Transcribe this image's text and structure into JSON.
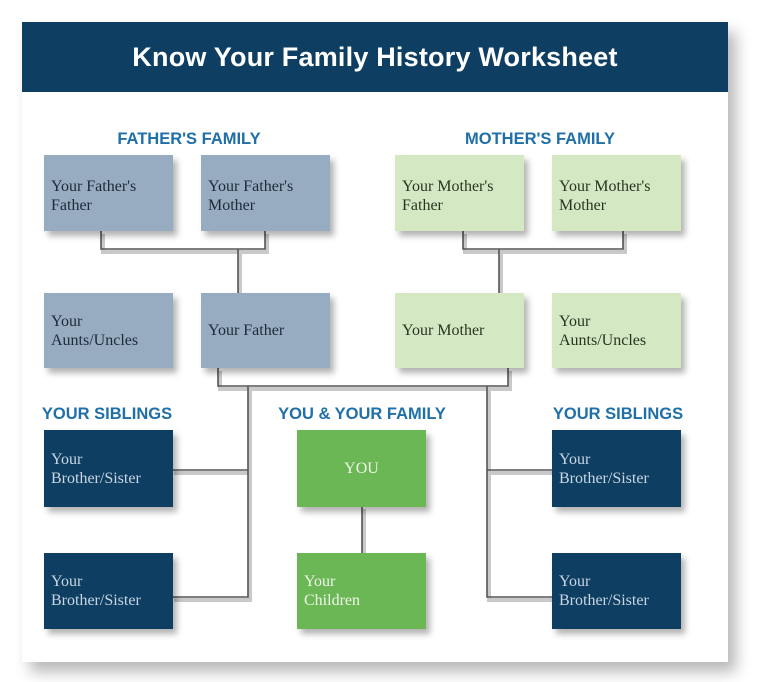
{
  "title": "Know Your Family History Worksheet",
  "sections": {
    "fathers_family": "FATHER'S FAMILY",
    "mothers_family": "MOTHER'S FAMILY",
    "your_siblings_left": "YOUR SIBLINGS",
    "you_and_your_family": "YOU & YOUR FAMILY",
    "your_siblings_right": "YOUR SIBLINGS"
  },
  "boxes": {
    "fathers_father": "Your Father's\nFather",
    "fathers_mother": "Your Father's\nMother",
    "mothers_father": "Your Mother's\nFather",
    "mothers_mother": "Your Mother's\nMother",
    "paternal_aunts_uncles": "Your\nAunts/Uncles",
    "father": "Your Father",
    "mother": "Your Mother",
    "maternal_aunts_uncles": "Your\nAunts/Uncles",
    "sibling_left_1": "Your\nBrother/Sister",
    "sibling_left_2": "Your\nBrother/Sister",
    "you": "YOU",
    "children": "Your\nChildren",
    "sibling_right_1": "Your\nBrother/Sister",
    "sibling_right_2": "Your\nBrother/Sister"
  },
  "colors": {
    "header": "#0e3f63",
    "section_label": "#1f6fa8",
    "fathers_side": "#97abc1",
    "mothers_side": "#d4e8c4",
    "siblings": "#0e3f63",
    "you_family": "#6bb655",
    "connector": "#555555"
  }
}
